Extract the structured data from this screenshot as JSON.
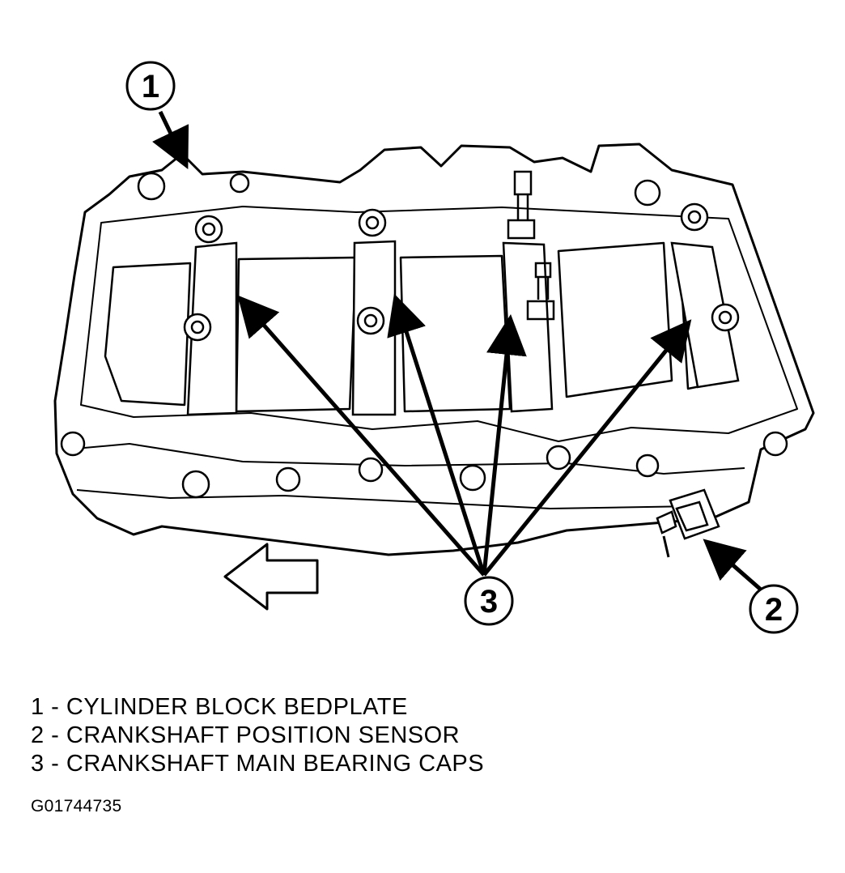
{
  "callouts": [
    {
      "number": "1"
    },
    {
      "number": "2"
    },
    {
      "number": "3"
    }
  ],
  "legend": [
    "1 - CYLINDER BLOCK BEDPLATE",
    "2 - CRANKSHAFT POSITION SENSOR",
    "3 - CRANKSHAFT MAIN BEARING CAPS"
  ],
  "figure_id": "G01744735"
}
